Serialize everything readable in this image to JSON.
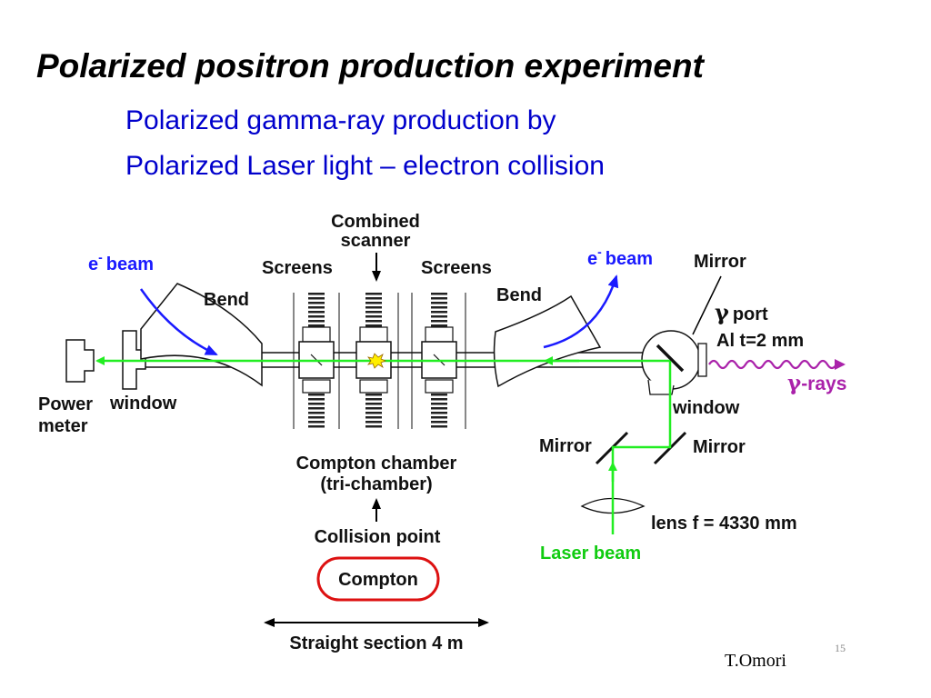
{
  "slide": {
    "title": "Polarized positron production experiment",
    "subtitle_line1": "Polarized gamma-ray production by",
    "subtitle_line2": "Polarized Laser light – electron collision",
    "author": "T.Omori",
    "page_number": "15"
  },
  "labels": {
    "combined_scanner_1": "Combined",
    "combined_scanner_2": "scanner",
    "screens_left": "Screens",
    "screens_right": "Screens",
    "e_beam_left": "e",
    "e_beam_right": "e",
    "e_beam_sup": "-",
    "beam_word": "beam",
    "bend_left": "Bend",
    "bend_right": "Bend",
    "mirror_top": "Mirror",
    "gamma_symbol": "γ",
    "port": "port",
    "al_thickness": "Al t=2 mm",
    "gamma_rays_suffix": "-rays",
    "power_meter_1": "Power",
    "power_meter_2": "meter",
    "window_left": "window",
    "window_right": "window",
    "mirror_left": "Mirror",
    "mirror_right": "Mirror",
    "compton_chamber": "Compton chamber",
    "tri_chamber": "(tri-chamber)",
    "lens": "lens  f = 4330 mm",
    "collision_point": "Collision point",
    "laser_beam": "Laser beam",
    "compton": "Compton",
    "straight_section": "Straight section 4 m"
  },
  "colors": {
    "electron_beam": "#1a1aff",
    "laser": "#22ee22",
    "gamma": "#aa22aa",
    "compton_oval": "#dd1111",
    "collision_spot": "#ffee00"
  }
}
